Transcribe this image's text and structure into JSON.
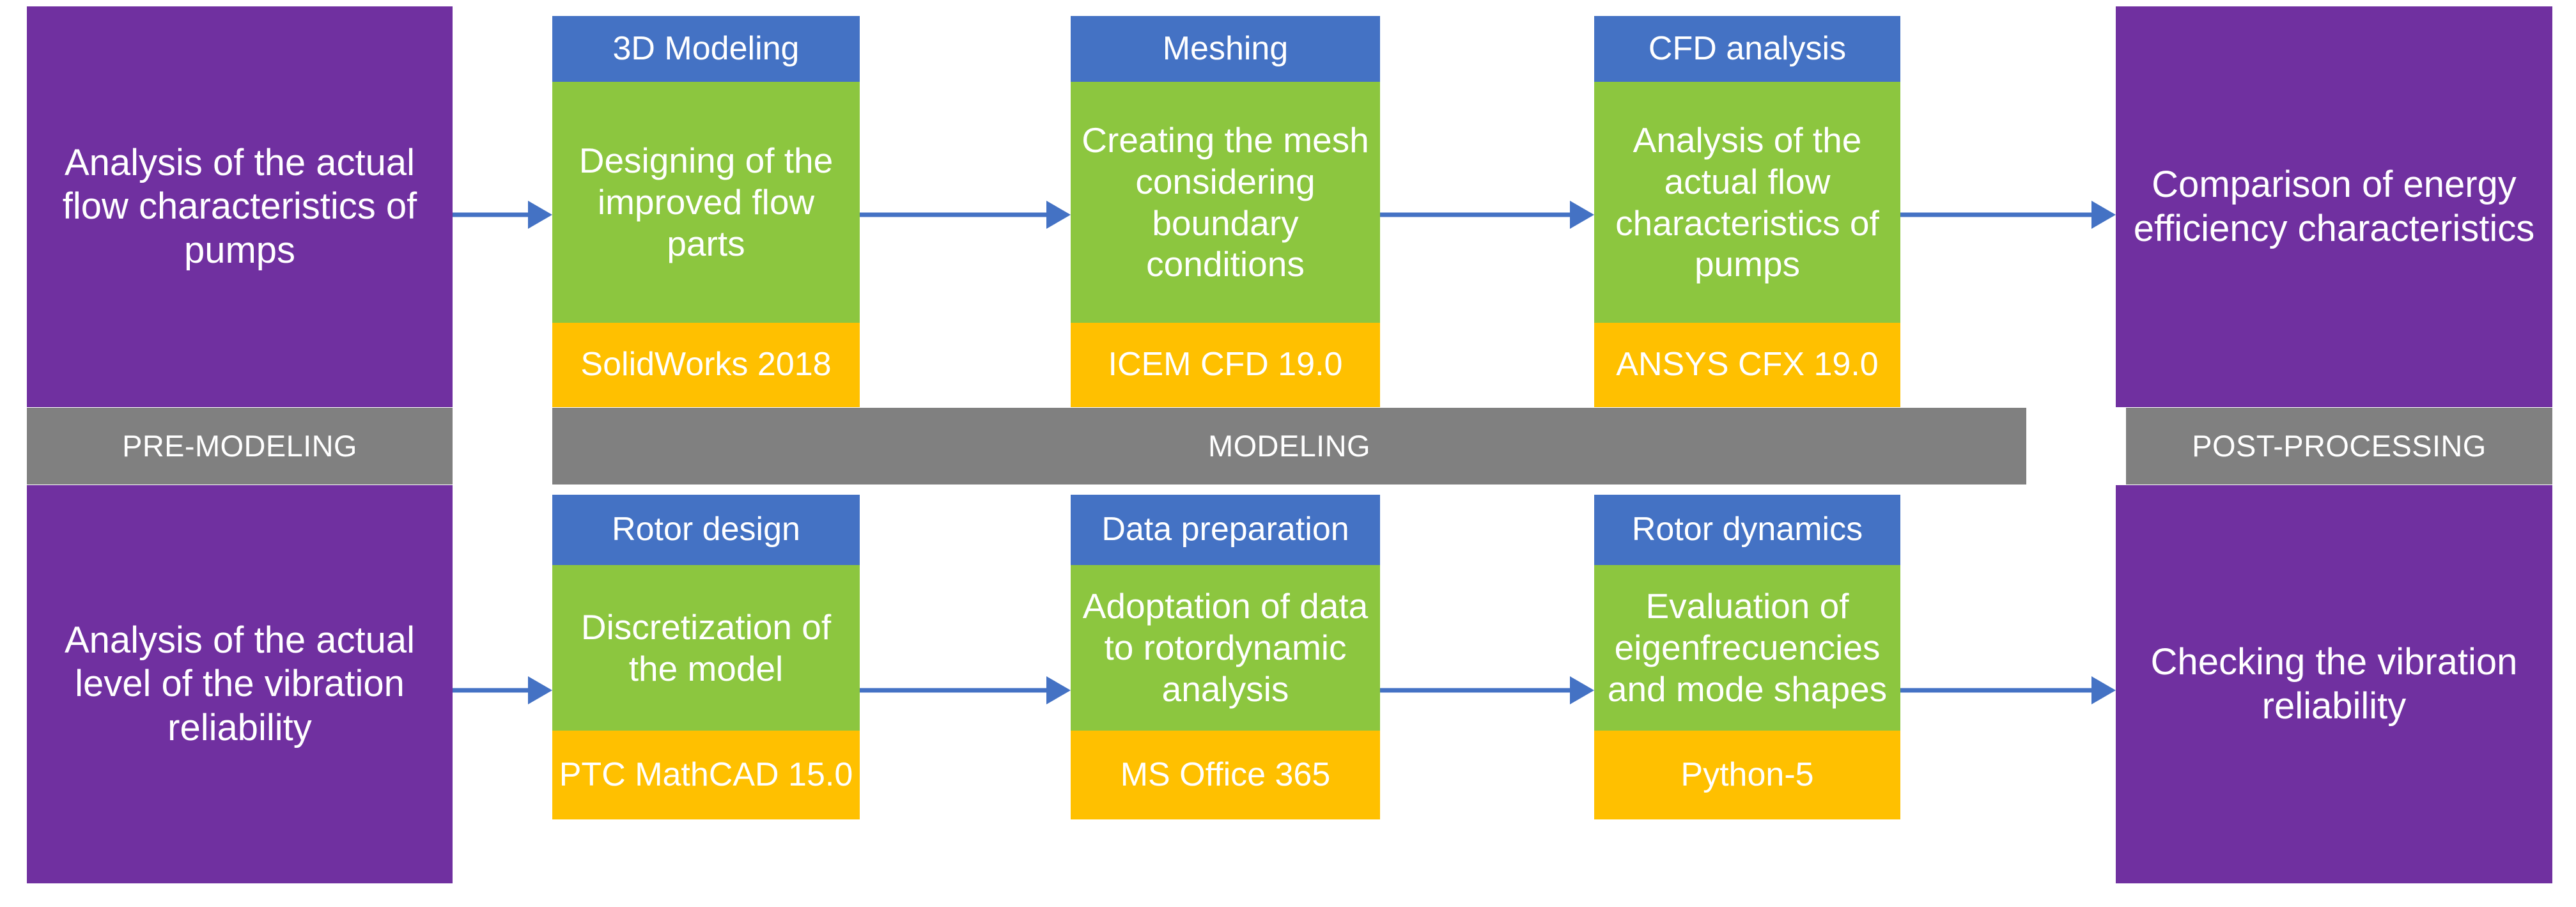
{
  "colors": {
    "purple": "#7030A0",
    "gray": "#808080",
    "blue": "#4472C4",
    "green": "#8CC63F",
    "orange": "#FFC000",
    "arrow": "#4472C4",
    "text": "#FFFFFF"
  },
  "phases": {
    "pre_modeling": "PRE-MODELING",
    "modeling": "MODELING",
    "post_processing": "POST-PROCESSING"
  },
  "top_row": {
    "start": {
      "text": "Analysis of the actual flow characteristics of pumps"
    },
    "steps": [
      {
        "header": "3D Modeling",
        "body": "Designing of the improved flow parts",
        "tool": "SolidWorks 2018"
      },
      {
        "header": "Meshing",
        "body": "Creating the mesh considering boundary conditions",
        "tool": "ICEM CFD 19.0"
      },
      {
        "header": "CFD analysis",
        "body": "Analysis of the actual flow characteristics of pumps",
        "tool": "ANSYS CFX 19.0"
      }
    ],
    "end": {
      "text": "Comparison of energy efficiency characteristics"
    }
  },
  "bottom_row": {
    "start": {
      "text": "Analysis of the actual level of the vibration reliability"
    },
    "steps": [
      {
        "header": "Rotor design",
        "body": "Discretization of the model",
        "tool": "PTC MathCAD 15.0"
      },
      {
        "header": "Data preparation",
        "body": "Adoptation of data to rotordynamic analysis",
        "tool": "MS Office 365"
      },
      {
        "header": "Rotor dynamics",
        "body": "Evaluation of eigenfrecuencies and mode shapes",
        "tool": "Python-5"
      }
    ],
    "end": {
      "text": "Checking the vibration reliability"
    }
  }
}
